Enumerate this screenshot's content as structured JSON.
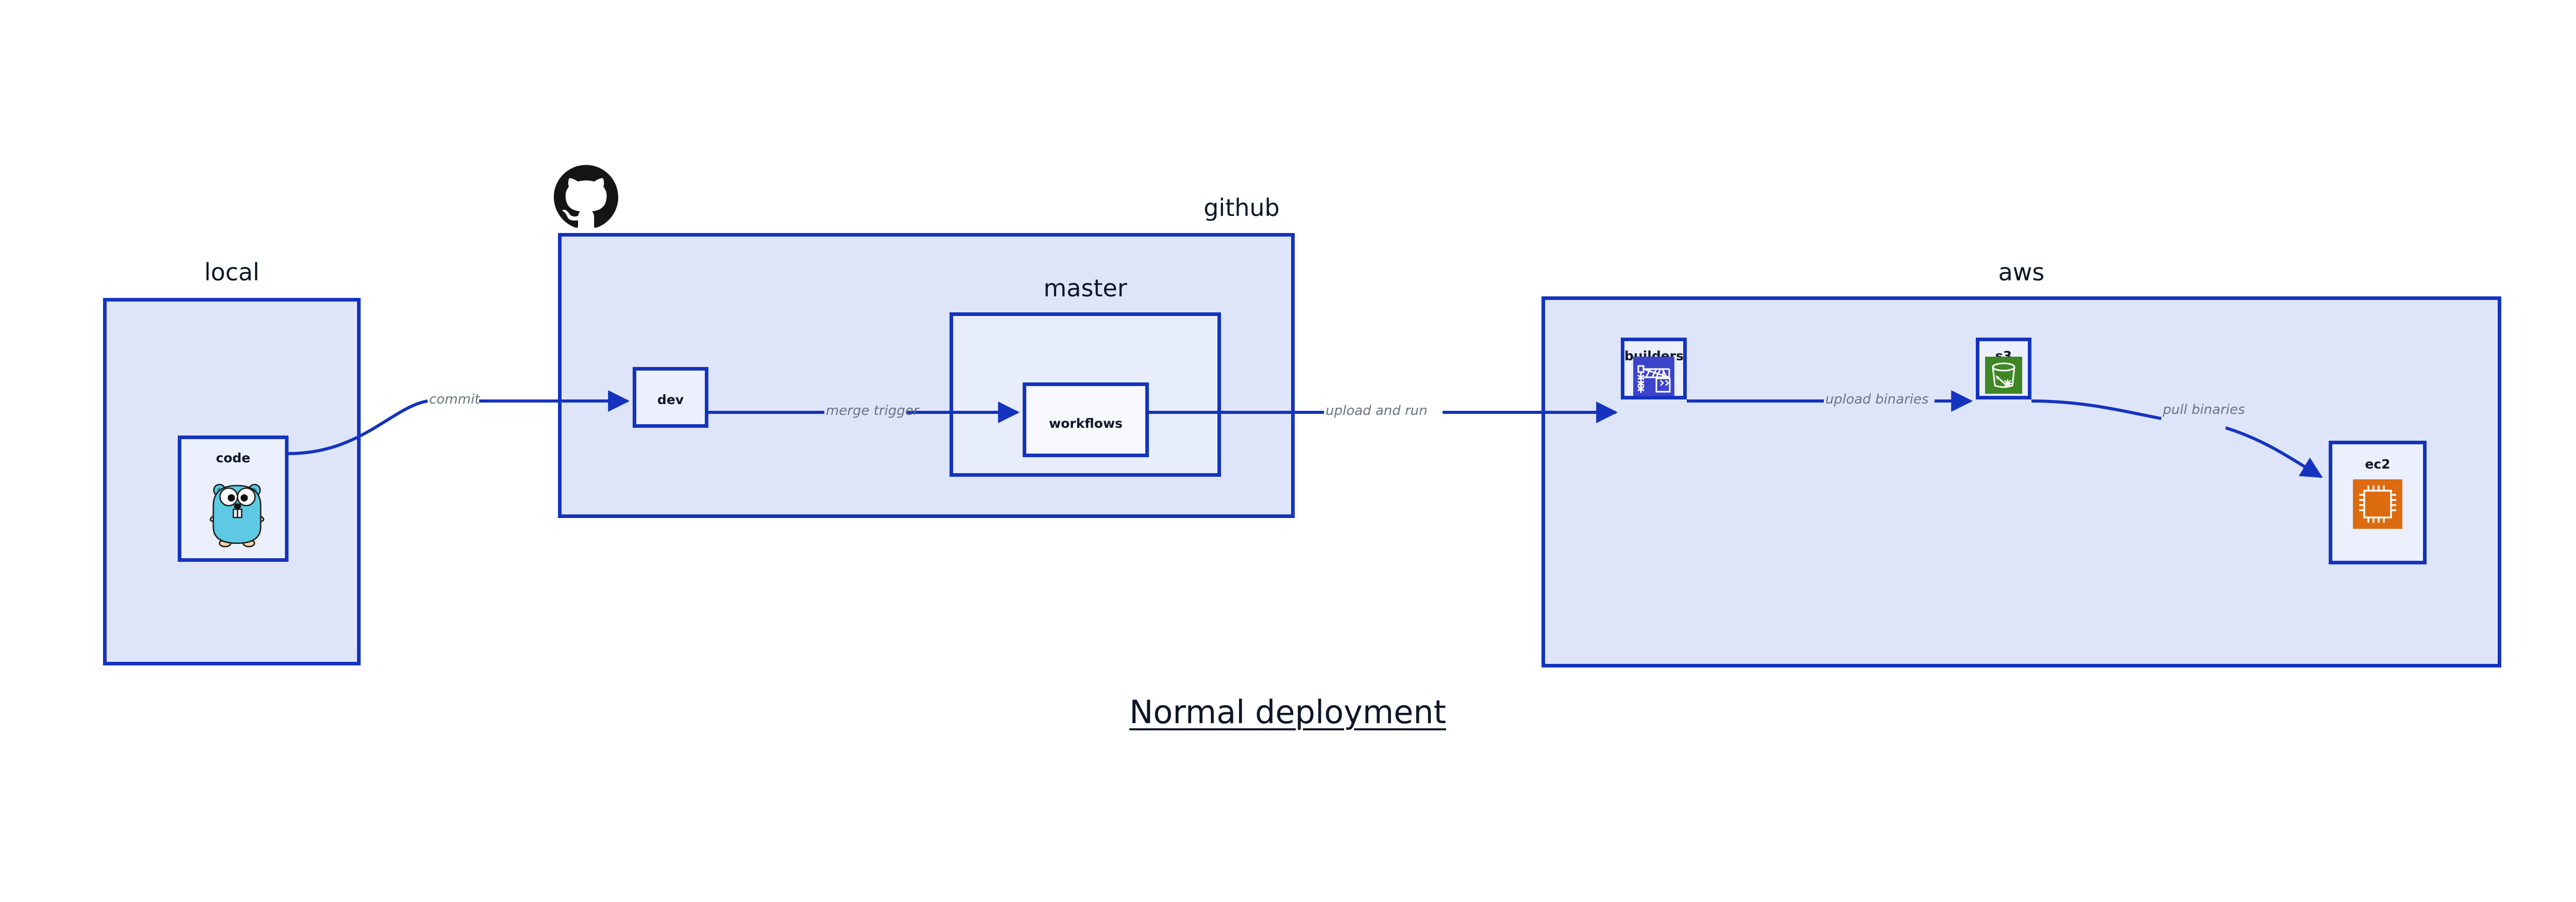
{
  "diagram": {
    "title": "Normal deployment",
    "accent_color": "#1433BE",
    "group_fill": "#DEE5F9",
    "node_fill": "#EBF0FC",
    "label_color": "#6B7280",
    "text_color": "#0E1529"
  },
  "groups": {
    "local": {
      "label": "local"
    },
    "github": {
      "label": "github"
    },
    "master": {
      "label": "master"
    },
    "aws": {
      "label": "aws"
    }
  },
  "nodes": {
    "code": {
      "label": "code",
      "icon": "go-gopher-icon"
    },
    "dev": {
      "label": "dev",
      "icon": null
    },
    "workflows": {
      "label": "workflows",
      "icon": null
    },
    "builders": {
      "label": "builders",
      "icon": "aws-builders-crane-icon",
      "icon_color": "#3C44CC"
    },
    "s3": {
      "label": "s3",
      "icon": "aws-s3-bucket-icon",
      "icon_color": "#3F8624"
    },
    "ec2": {
      "label": "ec2",
      "icon": "aws-ec2-chip-icon",
      "icon_color": "#DD6B10"
    }
  },
  "edges": [
    {
      "id": "commit",
      "label": "commit",
      "from": "code",
      "to": "dev"
    },
    {
      "id": "merge-trigger",
      "label": "merge trigger",
      "from": "dev",
      "to": "workflows"
    },
    {
      "id": "upload-and-run",
      "label": "upload and run",
      "from": "workflows",
      "to": "builders"
    },
    {
      "id": "upload-binaries",
      "label": "upload binaries",
      "from": "builders",
      "to": "s3"
    },
    {
      "id": "pull-binaries",
      "label": "pull binaries",
      "from": "s3",
      "to": "ec2"
    }
  ],
  "logos": {
    "github": {
      "name": "github-octocat-logo",
      "color": "#151515"
    }
  }
}
